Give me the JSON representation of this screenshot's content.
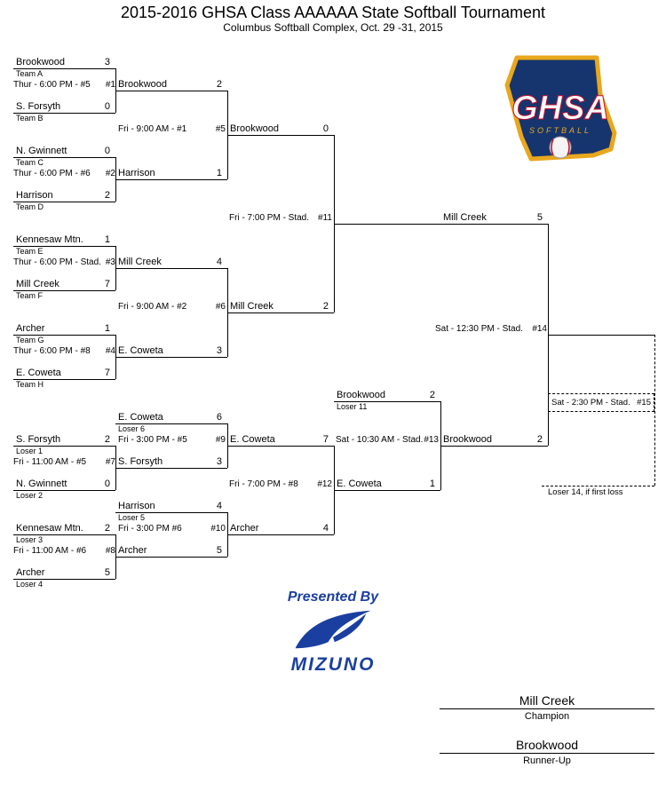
{
  "header": {
    "title": "2015-2016 GHSA Class AAAAAA State Softball Tournament",
    "subtitle": "Columbus Softball Complex, Oct. 29 -31, 2015"
  },
  "slots": {
    "g1_top": {
      "name": "Brookwood",
      "score": "3",
      "sub": "Team A"
    },
    "g1_bot": {
      "name": "S. Forsyth",
      "score": "0",
      "sub": "Team B"
    },
    "g2_top": {
      "name": "N. Gwinnett",
      "score": "0",
      "sub": "Team C"
    },
    "g2_bot": {
      "name": "Harrison",
      "score": "2",
      "sub": "Team D"
    },
    "g3_top": {
      "name": "Kennesaw Mtn.",
      "score": "1",
      "sub": "Team E"
    },
    "g3_bot": {
      "name": "Mill Creek",
      "score": "7",
      "sub": "Team F"
    },
    "g4_top": {
      "name": "Archer",
      "score": "1",
      "sub": "Team G"
    },
    "g4_bot": {
      "name": "E. Coweta",
      "score": "7",
      "sub": "Team H"
    },
    "g5_top": {
      "name": "Brookwood",
      "score": "2"
    },
    "g5_bot": {
      "name": "Harrison",
      "score": "1"
    },
    "g6_top": {
      "name": "Mill Creek",
      "score": "4"
    },
    "g6_bot": {
      "name": "E. Coweta",
      "score": "3"
    },
    "g11_top": {
      "name": "Brookwood",
      "score": "0"
    },
    "g11_bot": {
      "name": "Mill Creek",
      "score": "2"
    },
    "g14_top": {
      "name": "Mill Creek",
      "score": "5"
    },
    "g7_top": {
      "name": "S. Forsyth",
      "score": "2",
      "sub": "Loser 1"
    },
    "g7_bot": {
      "name": "N. Gwinnett",
      "score": "0",
      "sub": "Loser 2"
    },
    "g8_top": {
      "name": "Kennesaw Mtn.",
      "score": "2",
      "sub": "Loser 3"
    },
    "g8_bot": {
      "name": "Archer",
      "score": "5",
      "sub": "Loser 4"
    },
    "g9_top": {
      "name": "E. Coweta",
      "score": "6",
      "sub": "Loser 6"
    },
    "g9_bot": {
      "name": "S. Forsyth",
      "score": "3"
    },
    "g10_top": {
      "name": "Harrison",
      "score": "4",
      "sub": "Loser 5"
    },
    "g10_bot": {
      "name": "Archer",
      "score": "5"
    },
    "g12_top": {
      "name": "E. Coweta",
      "score": "7"
    },
    "g12_bot": {
      "name": "Archer",
      "score": "4"
    },
    "g13_top": {
      "name": "Brookwood",
      "score": "2",
      "sub": "Loser 11"
    },
    "g13_bot": {
      "name": "E. Coweta",
      "score": "1"
    },
    "g14_bot": {
      "name": "Brookwood",
      "score": "2"
    }
  },
  "games": {
    "g1": {
      "info": "Thur - 6:00 PM - #5",
      "num": "#1"
    },
    "g2": {
      "info": "Thur - 6:00 PM - #6",
      "num": "#2"
    },
    "g3": {
      "info": "Thur - 6:00 PM - Stad.",
      "num": "#3"
    },
    "g4": {
      "info": "Thur - 6:00 PM - #8",
      "num": "#4"
    },
    "g5": {
      "info": "Fri - 9:00 AM - #1",
      "num": "#5"
    },
    "g6": {
      "info": "Fri - 9:00 AM - #2",
      "num": "#6"
    },
    "g7": {
      "info": "Fri - 11:00 AM - #5",
      "num": "#7"
    },
    "g8": {
      "info": "Fri - 11:00 AM - #6",
      "num": "#8"
    },
    "g9": {
      "info": "Fri - 3:00 PM - #5",
      "num": "#9"
    },
    "g10": {
      "info": "Fri - 3:00 PM #6",
      "num": "#10"
    },
    "g11": {
      "info": "Fri - 7:00 PM - Stad.",
      "num": "#11"
    },
    "g12": {
      "info": "Fri - 7:00 PM - #8",
      "num": "#12"
    },
    "g13": {
      "info": "Sat - 10:30 AM - Stad.",
      "num": "#13"
    },
    "g14": {
      "info": "Sat - 12:30 PM - Stad.",
      "num": "#14"
    },
    "g15": {
      "info": "Sat - 2:30 PM - Stad.",
      "num": "#15"
    }
  },
  "notes": {
    "loser14": "Loser 14, if first loss"
  },
  "results": {
    "champion": {
      "name": "Mill Creek",
      "label": "Champion"
    },
    "runner_up": {
      "name": "Brookwood",
      "label": "Runner-Up"
    }
  },
  "logos": {
    "ghsa": {
      "text": "GHSA",
      "sub": "SOFTBALL"
    },
    "mizuno": {
      "presented_by": "Presented By",
      "wordmark": "MIZUNO"
    }
  },
  "colors": {
    "line": "#000000",
    "mizuno_blue": "#1b3fa0",
    "ghsa_navy": "#16356e",
    "ghsa_gold": "#e8a71c",
    "ghsa_red": "#c8102e"
  }
}
